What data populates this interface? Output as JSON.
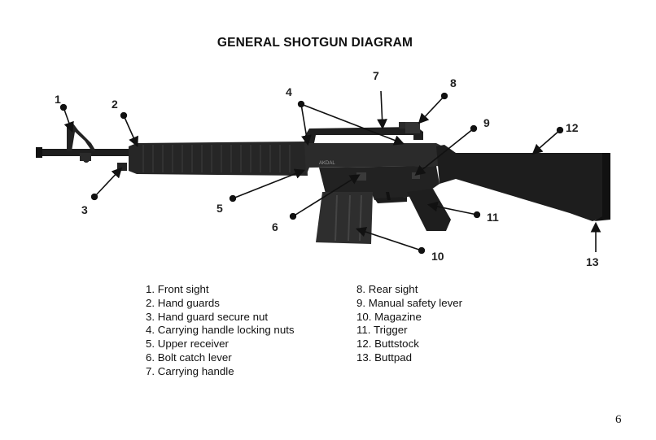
{
  "title": "GENERAL SHOTGUN DIAGRAM",
  "logo_text": "AKDAL",
  "callouts": [
    "1",
    "2",
    "3",
    "4",
    "5",
    "6",
    "7",
    "8",
    "9",
    "10",
    "11",
    "12",
    "13"
  ],
  "legend_left": [
    "1. Front sight",
    "2. Hand guards",
    "3. Hand guard secure nut",
    "4. Carrying handle locking nuts",
    "5. Upper receiver",
    "6. Bolt catch lever",
    "7. Carrying handle"
  ],
  "legend_right": [
    "8. Rear sight",
    "9. Manual safety lever",
    "10. Magazine",
    "11. Trigger",
    "12. Buttstock",
    "13. Buttpad"
  ],
  "page_number": "6"
}
